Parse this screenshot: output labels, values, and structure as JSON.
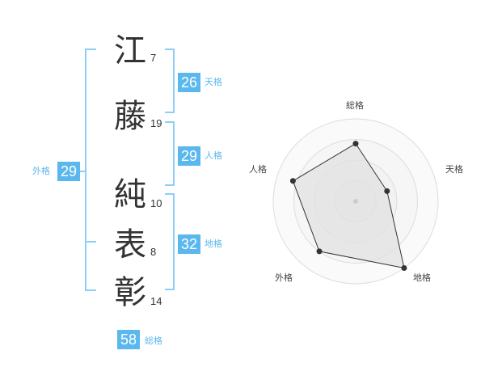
{
  "name": {
    "chars": [
      {
        "char": "江",
        "strokes": "7"
      },
      {
        "char": "藤",
        "strokes": "19"
      },
      {
        "char": "純",
        "strokes": "10"
      },
      {
        "char": "表",
        "strokes": "8"
      },
      {
        "char": "彰",
        "strokes": "14"
      }
    ]
  },
  "fortunes": {
    "tenkaku": {
      "label": "天格",
      "value": "26"
    },
    "jinkaku": {
      "label": "人格",
      "value": "29"
    },
    "chikaku": {
      "label": "地格",
      "value": "32"
    },
    "gaikaku": {
      "label": "外格",
      "value": "29"
    },
    "soukaku": {
      "label": "総格",
      "value": "58"
    }
  },
  "colors": {
    "accent": "#5bb8ee",
    "bracket": "#8ccff5",
    "text": "#333333"
  },
  "chart_data": {
    "type": "radar",
    "axes": [
      "総格",
      "天格",
      "地格",
      "外格",
      "人格"
    ],
    "values": [
      0.7,
      0.4,
      1.0,
      0.75,
      0.8
    ],
    "rings": 4,
    "grid": true
  }
}
